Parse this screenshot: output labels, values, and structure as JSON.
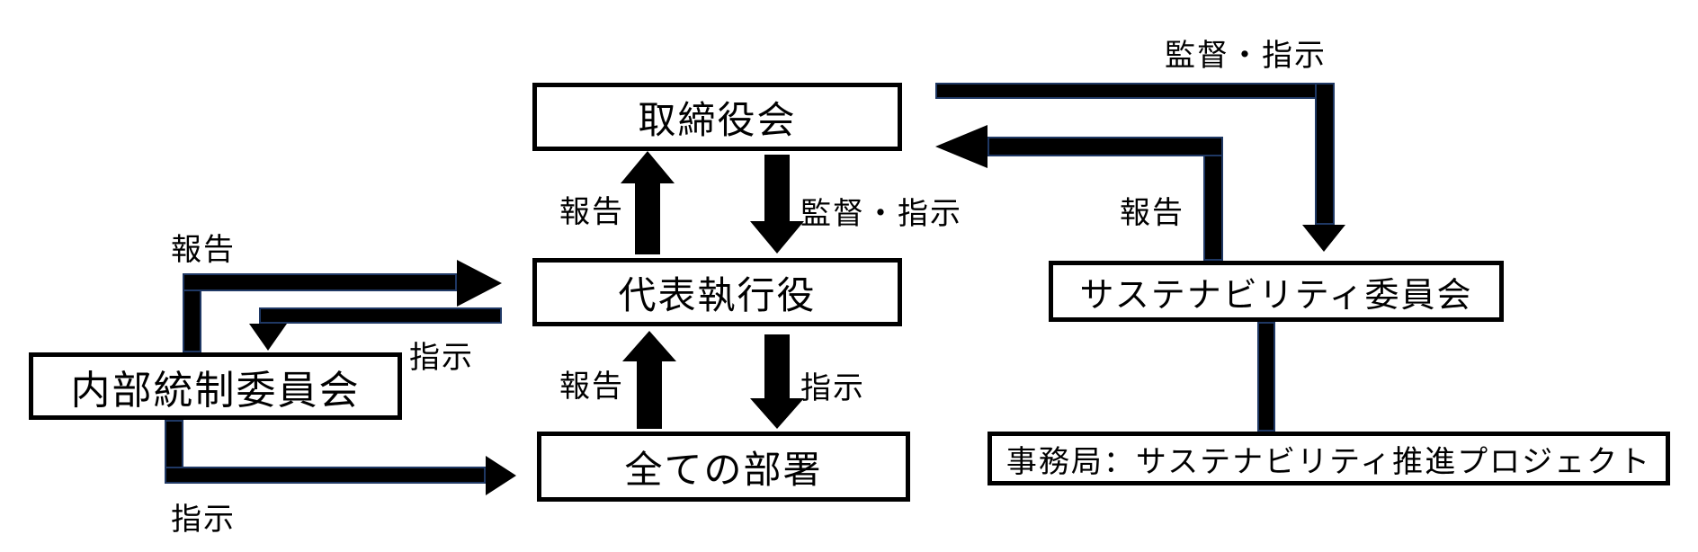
{
  "diagram": {
    "colors": {
      "arrow_fill": "#000000",
      "arrow_outline": "#1f3864",
      "box_border": "#000000",
      "box_fill": "#ffffff",
      "text": "#000000",
      "background": "#ffffff"
    },
    "nodes": {
      "board": {
        "label": "取締役会"
      },
      "ceo": {
        "label": "代表執行役"
      },
      "departments": {
        "label": "全ての部署"
      },
      "internal_control": {
        "label": "内部統制委員会"
      },
      "sustainability": {
        "label": "サステナビリティ委員会"
      },
      "secretariat": {
        "label": "事務局：サステナビリティ推進プロジェクト"
      }
    },
    "edges": [
      {
        "from": "ceo",
        "to": "board",
        "label": "報告",
        "direction": "up"
      },
      {
        "from": "board",
        "to": "ceo",
        "label": "監督・指示",
        "direction": "down"
      },
      {
        "from": "departments",
        "to": "ceo",
        "label": "報告",
        "direction": "up"
      },
      {
        "from": "ceo",
        "to": "departments",
        "label": "指示",
        "direction": "down"
      },
      {
        "from": "internal_control",
        "to": "ceo",
        "label": "報告",
        "direction": "up-then-right"
      },
      {
        "from": "ceo",
        "to": "internal_control",
        "label": "指示",
        "direction": "left-then-down"
      },
      {
        "from": "internal_control",
        "to": "departments",
        "label": "指示",
        "direction": "down-then-right"
      },
      {
        "from": "board",
        "to": "sustainability",
        "label": "監督・指示",
        "direction": "right-then-down"
      },
      {
        "from": "sustainability",
        "to": "board",
        "label": "報告",
        "direction": "up-then-left"
      },
      {
        "from": "sustainability",
        "to": "secretariat",
        "label": "",
        "direction": "down",
        "arrowhead": false
      }
    ]
  }
}
